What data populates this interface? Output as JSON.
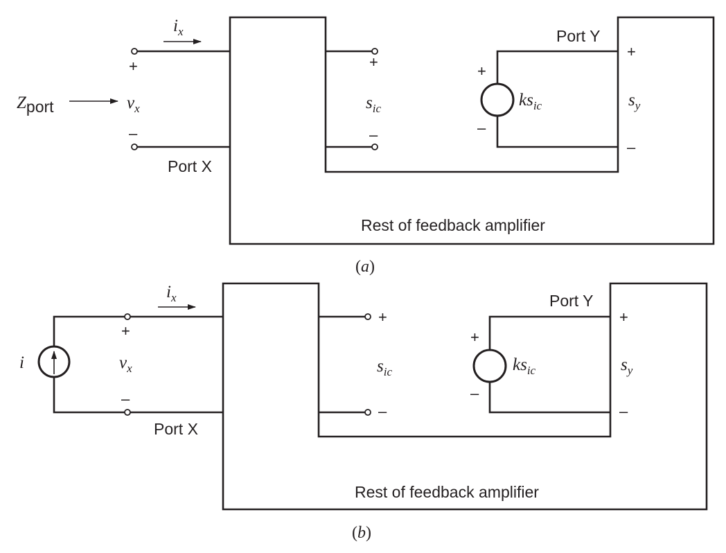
{
  "diagram_a": {
    "caption_open": "(",
    "caption_letter": "a",
    "caption_close": ")",
    "port_x_label": "Port X",
    "port_y_label": "Port Y",
    "block_label": "Rest of feedback amplifier",
    "z_port_main": "Z",
    "z_port_sub": "port",
    "i_x_main": "i",
    "i_x_sub": "x",
    "v_x_main": "v",
    "v_x_sub": "x",
    "s_ic_main": "s",
    "s_ic_sub": "ic",
    "ks_ic_main": "ks",
    "ks_ic_sub": "ic",
    "s_y_main": "s",
    "s_y_sub": "y",
    "plus": "+",
    "minus": "–"
  },
  "diagram_b": {
    "caption_open": "(",
    "caption_letter": "b",
    "caption_close": ")",
    "port_x_label": "Port X",
    "port_y_label": "Port Y",
    "block_label": "Rest of feedback amplifier",
    "source_label": "i",
    "i_x_main": "i",
    "i_x_sub": "x",
    "v_x_main": "v",
    "v_x_sub": "x",
    "s_ic_main": "s",
    "s_ic_sub": "ic",
    "ks_ic_main": "ks",
    "ks_ic_sub": "ic",
    "s_y_main": "s",
    "s_y_sub": "y",
    "plus": "+",
    "minus": "–"
  }
}
